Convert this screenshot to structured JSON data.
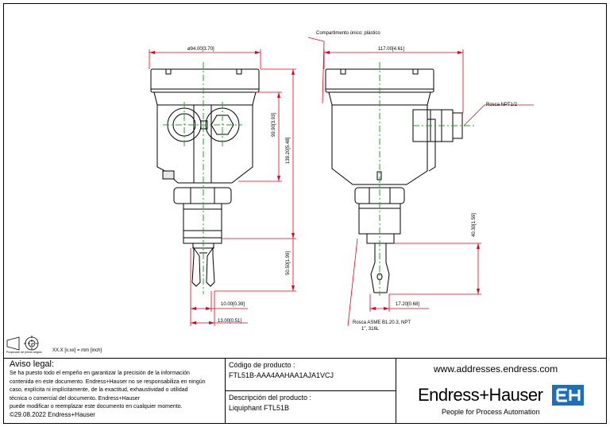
{
  "drawing": {
    "dim_diameter": "ø94.00[3.70]",
    "dim_height_99": "99.90[3.93]",
    "dim_height_139": "139.20[5.48]",
    "dim_50": "50.50[1.99]",
    "dim_10": "10.00[0.39]",
    "dim_13": "13.00[0.51]",
    "dim_117": "117.00[4.61]",
    "dim_40": "40.30[1.59]",
    "dim_17": "17.20[0.68]",
    "label_compartment": "Compartimento único; plástico",
    "label_thread_npt": "Rosca NPT1/2",
    "label_thread_asme": "Rosca ASME B1.20.3, NPT",
    "label_thread_asme_2": "1\", 316L"
  },
  "projection": {
    "caption": "Proyección de primer ángulo",
    "units_note": "XX.X [x.xx] = mm [inch]"
  },
  "legal": {
    "title": "Aviso legal:",
    "lines": [
      "Se ha puesto todo el empeño en garantizar la precisión de la información",
      "contenida en este documento. Endress+Hauser no se responsabiliza en ningún",
      "caso, explícita ni implícitamente, de la exactitud, exhaustividad o utilidad",
      "técnica o comercial del documento. Endress+Hauser",
      "puede modificar o reemplazar este documento en cualquier momento."
    ],
    "copyright": "©29.08.2022 Endress+Hauser"
  },
  "product": {
    "code_label": "Código de producto :",
    "code_value": "FTL51B-AAA4AAHAA1AJA1VCJ",
    "desc_label": "Descripción del producto :",
    "desc_value": "Liquiphant FTL51B"
  },
  "brand": {
    "website": "www.addresses.endress.com",
    "logo_text": "Endress+Hauser",
    "tagline": "People for Process Automation",
    "logo_color": "#1e6fb8"
  },
  "colors": {
    "dimension": "#e0001b",
    "centerline": "#2aa12a"
  }
}
